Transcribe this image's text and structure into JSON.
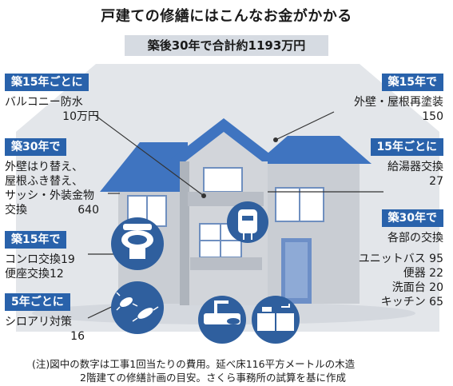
{
  "title": "戸建ての修繕にはこんなお金がかかる",
  "subtitle": "築後30年で合計約1193万円",
  "left_items": [
    {
      "tag": "築15年ごとに",
      "lines": [
        "バルコニー防水",
        "10万円"
      ]
    },
    {
      "tag": "築30年で",
      "lines": [
        "外壁はり替え、",
        "屋根ふき替え、",
        "サッシ・外装金物",
        "交換",
        "640"
      ]
    },
    {
      "tag": "築15年で",
      "lines": [
        "コンロ交換19",
        "便座交換12"
      ]
    },
    {
      "tag": "5年ごとに",
      "lines": [
        "シロアリ対策",
        "16"
      ]
    }
  ],
  "right_items": [
    {
      "tag": "築15年で",
      "lines": [
        "外壁・屋根再塗装",
        "150"
      ]
    },
    {
      "tag": "15年ごとに",
      "lines": [
        "給湯器交換",
        "27"
      ]
    },
    {
      "tag": "築30年で",
      "lines": [
        "各部の交換",
        "ユニットバス 95",
        "便器 22",
        "洗面台 20",
        "キッチン 65"
      ]
    }
  ],
  "note": {
    "line1": "(注)図中の数字は工事1回当たりの費用。延べ床116平方メートルの木造",
    "line2": "2階建ての修繕計画の目安。さくら事務所の試算を基に作成"
  },
  "colors": {
    "tag_bg": "#2962ab",
    "roof": "#3f74c0",
    "house_wall": "#c9cdd3",
    "house_shadow": "#aeb4bc",
    "window": "#5b86c9",
    "background_shape": "#e3e6ea",
    "icon_circle": "#2f5f9e"
  },
  "icons": [
    "toilet-icon",
    "termite-icon",
    "water-heater-icon",
    "faucet-icon",
    "kitchen-icon"
  ]
}
